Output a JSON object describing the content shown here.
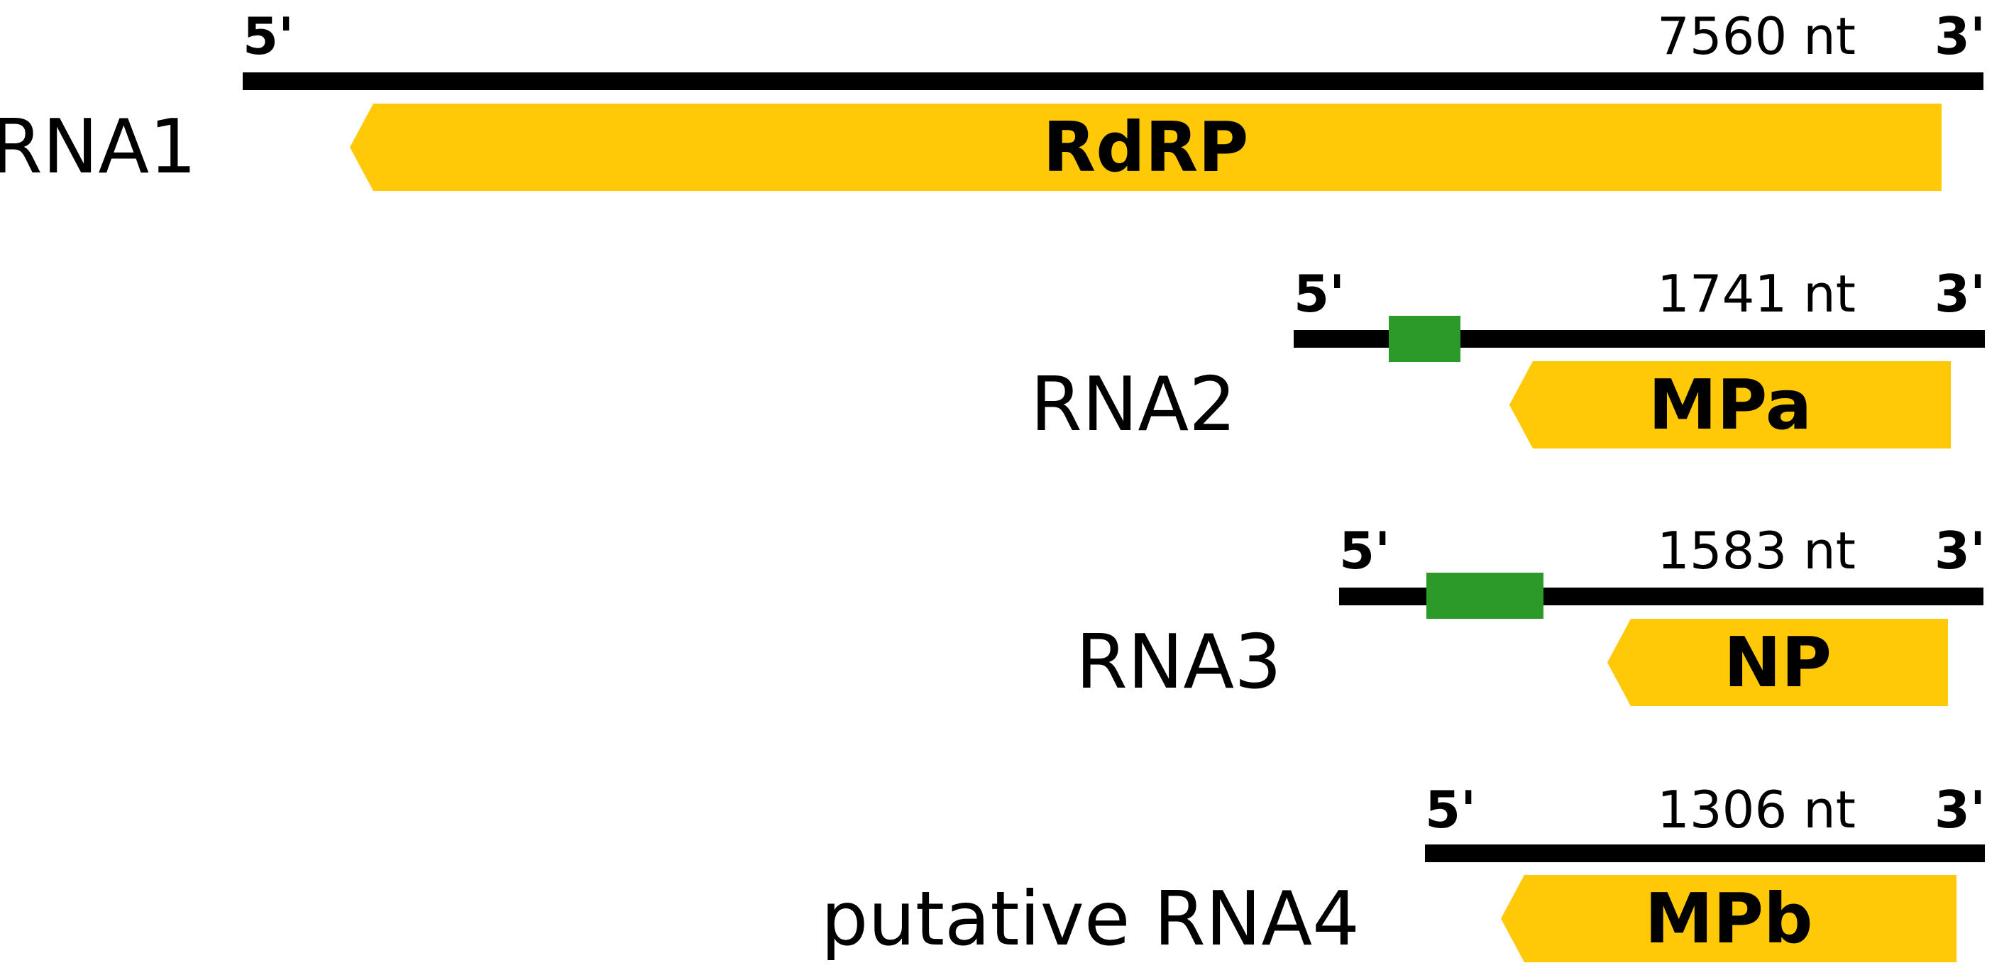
{
  "figure": {
    "background": "#FFFFFF",
    "colors": {
      "orf_fill": "#FFC907",
      "rna_line": "#000000",
      "green_box": "#2B9A28",
      "text": "#000000"
    },
    "segments": [
      {
        "name": "RNA1",
        "five_prime": "5'",
        "three_prime": "3'",
        "length_label": "7560 nt",
        "length_nt": 7560,
        "orf_label": "RdRP",
        "has_green_box": false
      },
      {
        "name": "RNA2",
        "five_prime": "5'",
        "three_prime": "3'",
        "length_label": "1741 nt",
        "length_nt": 1741,
        "orf_label": "MPa",
        "has_green_box": true
      },
      {
        "name": "RNA3",
        "five_prime": "5'",
        "three_prime": "3'",
        "length_label": "1583 nt",
        "length_nt": 1583,
        "orf_label": "NP",
        "has_green_box": true
      },
      {
        "name": "putative RNA4",
        "five_prime": "5'",
        "three_prime": "3'",
        "length_label": "1306 nt",
        "length_nt": 1306,
        "orf_label": "MPb",
        "has_green_box": false
      }
    ]
  }
}
